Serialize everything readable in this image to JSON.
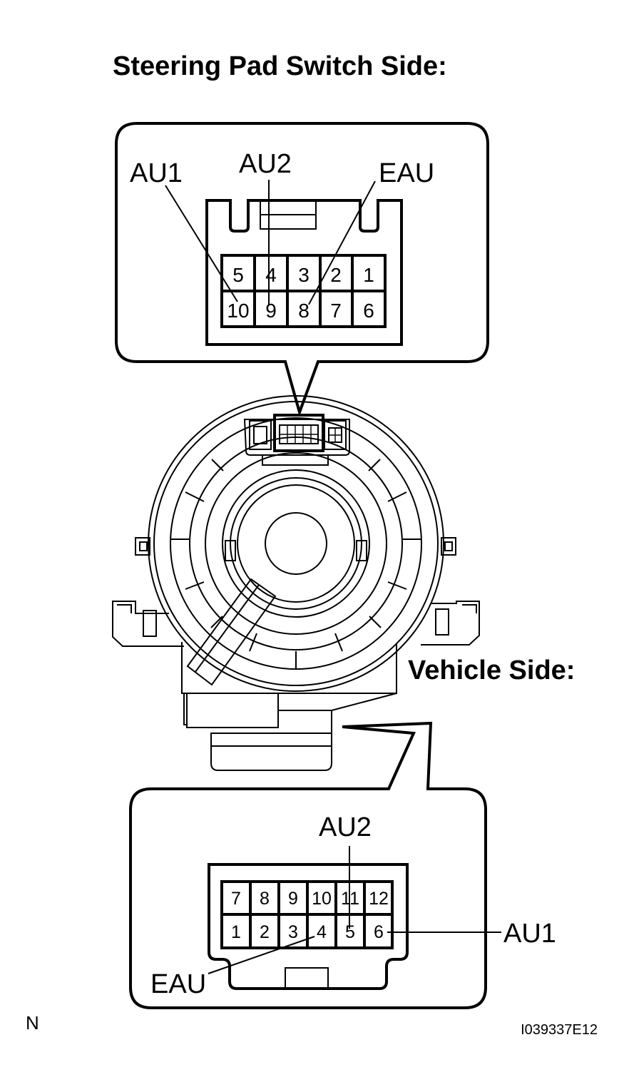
{
  "titles": {
    "steering_pad": "Steering Pad Switch Side:",
    "vehicle": "Vehicle Side:"
  },
  "top_connector": {
    "row1": [
      "5",
      "4",
      "3",
      "2",
      "1"
    ],
    "row2": [
      "10",
      "9",
      "8",
      "7",
      "6"
    ],
    "labels": {
      "au1": "AU1",
      "au2": "AU2",
      "eau": "EAU"
    }
  },
  "bottom_connector": {
    "row1": [
      "7",
      "8",
      "9",
      "10",
      "11",
      "12"
    ],
    "row2": [
      "1",
      "2",
      "3",
      "4",
      "5",
      "6"
    ],
    "labels": {
      "au2": "AU2",
      "au1": "AU1",
      "eau": "EAU"
    }
  },
  "footer": {
    "left_mark": "N",
    "figure_code": "I039337E12"
  }
}
